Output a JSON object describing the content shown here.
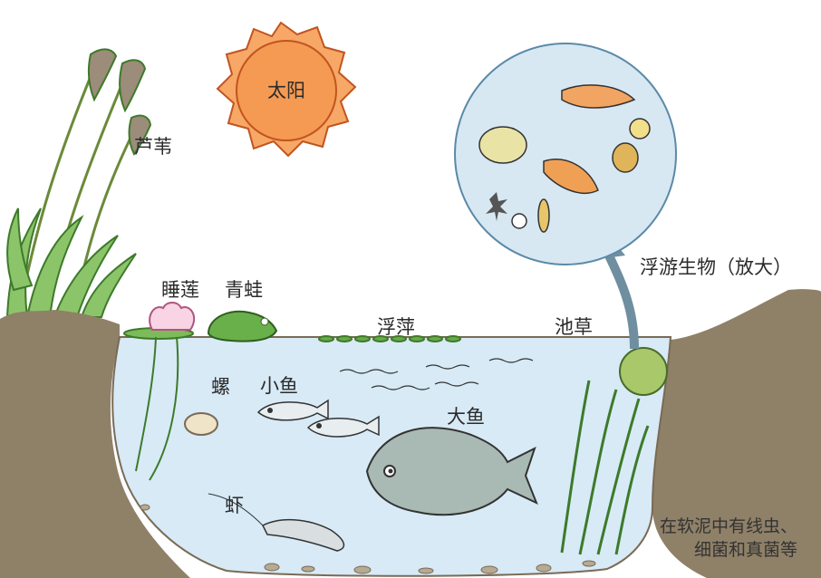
{
  "labels": {
    "sun": "太阳",
    "reed": "芦苇",
    "water_lily": "睡莲",
    "frog": "青蛙",
    "duckweed": "浮萍",
    "pond_grass": "池草",
    "plankton": "浮游生物（放大）",
    "snail": "螺",
    "small_fish": "小鱼",
    "big_fish": "大鱼",
    "shrimp": "虾",
    "mud_line1": "在软泥中有线虫、",
    "mud_line2": "细菌和真菌等"
  },
  "colors": {
    "sun": "#f59a52",
    "water": "#d7eaf6",
    "soil": "#8f8068",
    "plant": "#5a9a3a",
    "plankton_bg": "#d7e8f3"
  }
}
